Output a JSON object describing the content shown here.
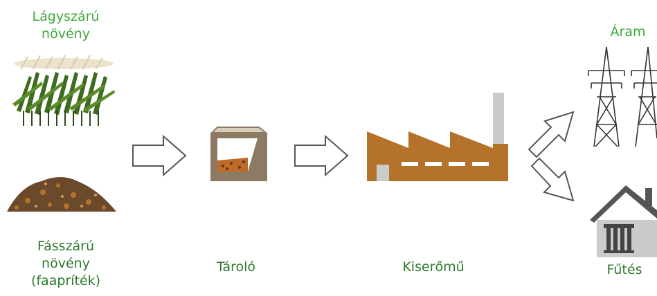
{
  "labels": {
    "herbaceous_line1": "Lágyszárú",
    "herbaceous_line2": "növény",
    "woody_line1": "Fásszárú",
    "woody_line2": "növény",
    "woody_line3": "(faapríték)",
    "storage": "Tároló",
    "plant": "Kiserőmű",
    "electricity": "Áram",
    "heating": "Fűtés"
  },
  "colors": {
    "label_green": "#3daa3d",
    "label_dark_green": "#2d7a2d",
    "factory_brown": "#b5722a",
    "container_tan": "#8c7b62",
    "arrow_outline": "#555555",
    "house_roof": "#555555"
  }
}
